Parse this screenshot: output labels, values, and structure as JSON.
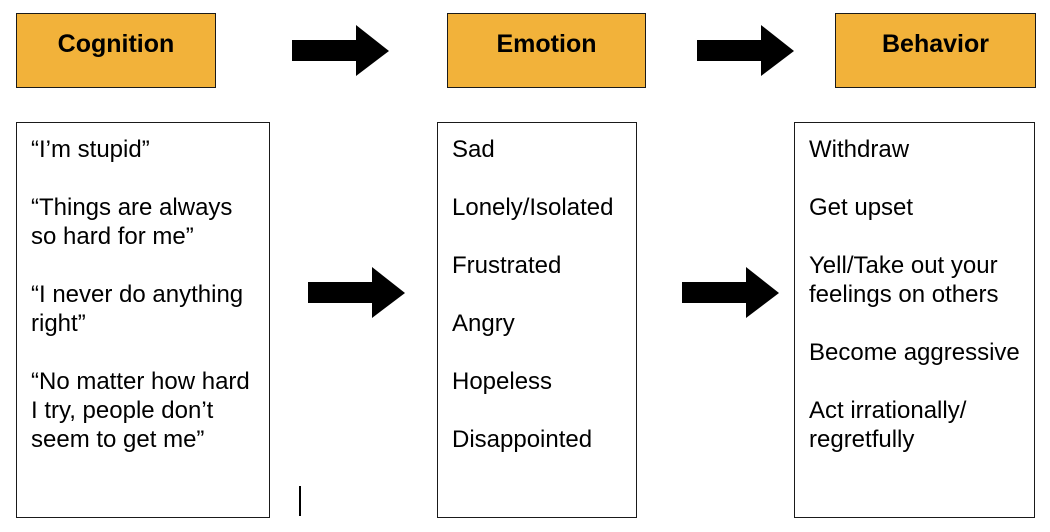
{
  "headers": {
    "cognition": "Cognition",
    "emotion": "Emotion",
    "behavior": "Behavior"
  },
  "colors": {
    "header_fill": "#f2b23a",
    "border": "#1a1a1a",
    "arrow": "#000000"
  },
  "cognition_items": [
    "“I’m stupid”",
    "“Things are always so hard for me”",
    "“I never do anything right”",
    "“No matter how hard I try, people don’t seem to get me”"
  ],
  "emotion_items": [
    "Sad",
    "Lonely/Isolated",
    "Frustrated",
    "Angry",
    "Hopeless",
    "Disappointed"
  ],
  "behavior_items": [
    "Withdraw",
    "Get upset",
    "Yell/Take out your feelings on others",
    "Become aggressive",
    "Act irrationally/ regretfully"
  ],
  "icons": {
    "arrow": "right-arrow-icon"
  }
}
